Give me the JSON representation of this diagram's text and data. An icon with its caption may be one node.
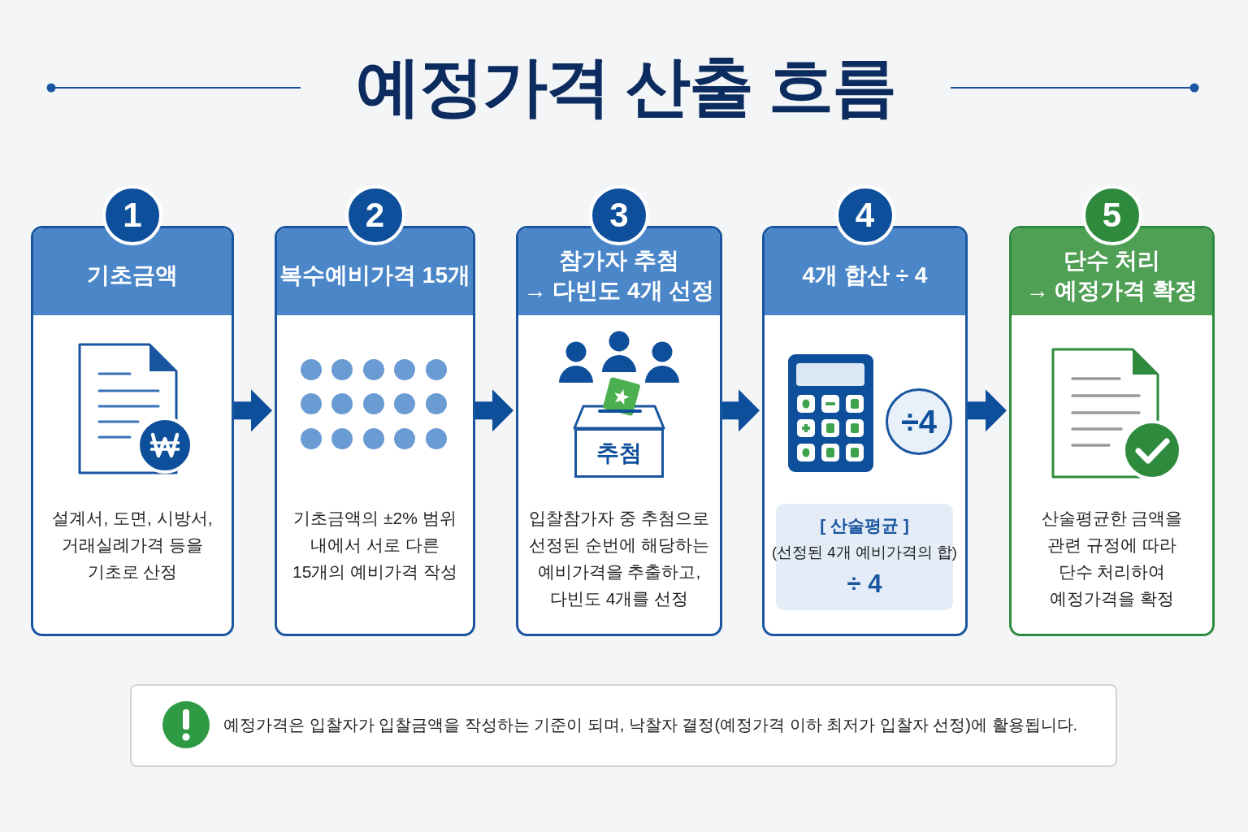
{
  "diagram": {
    "title": "예정가격 산출 흐름",
    "nodes": [
      {
        "text": [
          "1",
          "기초금액",
          "설계서, 도면, 시방서, 거래실례가격 등을 기초로 산정"
        ]
      },
      {
        "text": [
          "2",
          "복수예비가격 15개",
          "기초금액의 ±2% 범위 내에서 서로 다른 15개의 예비가격 작성"
        ]
      },
      {
        "text": [
          "3",
          "참가자 추첨 → 다빈도 4개 선정",
          "입찰참가자 중 추첨으로 선정된 순번에 해당하는 예비가격을 추출하고, 다빈도 4개를 선정"
        ]
      },
      {
        "text": [
          "추첨"
        ],
        "in": 2
      },
      {
        "text": [
          "4",
          "4개 합산 ÷ 4"
        ]
      },
      {
        "text": [
          "÷4"
        ],
        "in": 4
      },
      {
        "text": [
          "[ 산술평균 ]",
          "(선정된 4개 예비가격의 합)",
          "÷ 4"
        ],
        "in": 4
      },
      {
        "text": [
          "5",
          "단수 처리 → 예정가격 확정",
          "산술평균한 금액을 관련 규정에 따라 단수 처리하여 예정가격을 확정"
        ]
      },
      {
        "text": [
          "예정가격은 입찰자가 입찰금액을 작성하는 기준이 되며, 낙찰자 결정(예정가격 이하 최저가 입찰자 선정)에 활용됩니다."
        ]
      }
    ],
    "edges": [
      {
        "from": 0,
        "to": 1,
        "arrow": "to"
      },
      {
        "from": 1,
        "to": 2,
        "arrow": "to"
      },
      {
        "from": 2,
        "to": 4,
        "arrow": "to"
      },
      {
        "from": 4,
        "to": 7,
        "arrow": "to"
      }
    ]
  }
}
